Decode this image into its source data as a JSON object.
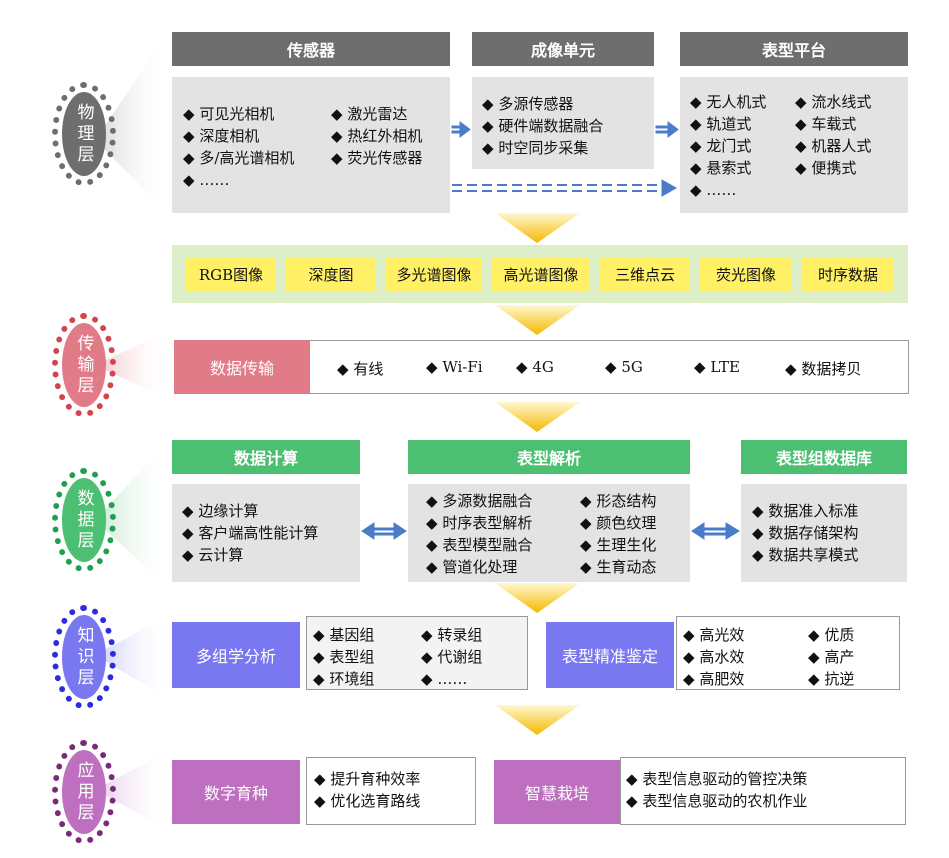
{
  "layers": {
    "physical": "物理层",
    "transmission": "传输层",
    "data": "数据层",
    "knowledge": "知识层",
    "application": "应用层"
  },
  "physical": {
    "sensor": {
      "title": "传感器",
      "items": [
        "可见光相机",
        "深度相机",
        "多/高光谱相机",
        "……",
        "激光雷达",
        "热红外相机",
        "荧光传感器"
      ]
    },
    "imaging": {
      "title": "成像单元",
      "items": [
        "多源传感器",
        "硬件端数据融合",
        "时空同步采集"
      ]
    },
    "platform": {
      "title": "表型平台",
      "items": [
        "无人机式",
        "轨道式",
        "龙门式",
        "悬索式",
        "……",
        "流水线式",
        "车载式",
        "机器人式",
        "便携式"
      ]
    }
  },
  "data_types": [
    "RGB图像",
    "深度图",
    "多光谱图像",
    "高光谱图像",
    "三维点云",
    "荧光图像",
    "时序数据"
  ],
  "transmission": {
    "title": "数据传输",
    "items": [
      "有线",
      "Wi-Fi",
      "4G",
      "5G",
      "LTE",
      "数据拷贝"
    ]
  },
  "data_layer": {
    "compute": {
      "title": "数据计算",
      "items": [
        "边缘计算",
        "客户端高性能计算",
        "云计算"
      ]
    },
    "analysis": {
      "title": "表型解析",
      "items": [
        "多源数据融合",
        "时序表型解析",
        "表型模型融合",
        "管道化处理",
        "形态结构",
        "颜色纹理",
        "生理生化",
        "生育动态"
      ]
    },
    "database": {
      "title": "表型组数据库",
      "items": [
        "数据准入标准",
        "数据存储架构",
        "数据共享模式"
      ]
    }
  },
  "knowledge": {
    "omics": {
      "title": "多组学分析",
      "items": [
        "基因组",
        "表型组",
        "环境组",
        "转录组",
        "代谢组",
        "……"
      ]
    },
    "identify": {
      "title": "表型精准鉴定",
      "items": [
        "高光效",
        "高水效",
        "高肥效",
        "优质",
        "高产",
        "抗逆"
      ]
    }
  },
  "application": {
    "breeding": {
      "title": "数字育种",
      "items": [
        "提升育种效率",
        "优化选育路线"
      ]
    },
    "cultivation": {
      "title": "智慧栽培",
      "items": [
        "表型信息驱动的管控决策",
        "表型信息驱动的农机作业"
      ]
    }
  },
  "colors": {
    "physical": "#6e6e6e",
    "transmission": "#e07b87",
    "data": "#4dbf72",
    "knowledge": "#7a78f0",
    "application": "#bf6fbf",
    "chip": "#fff066",
    "band": "#dcefc9",
    "arrow": "#f5b800",
    "link": "#4a7cc8"
  }
}
